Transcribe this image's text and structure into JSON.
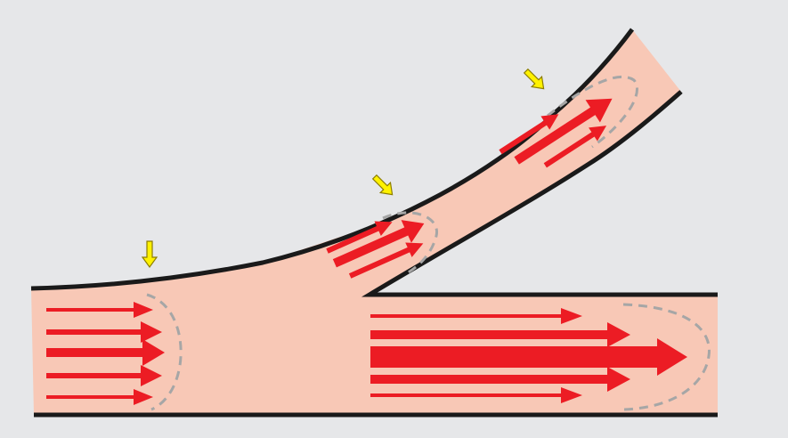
{
  "colors": {
    "background": "#e6e7e9",
    "vessel_fill": "#f8c8b6",
    "vessel_wall": "#1a1a1a",
    "flow_arrow": "#ec1c24",
    "velocity_profile": "#a6a6a6",
    "marker_arrow": "#fff200",
    "marker_outline": "#8c7d00"
  },
  "icons": {
    "flow_arrow": "arrow-right-icon",
    "marker_arrow": "arrow-down-icon"
  },
  "diagram": {
    "vessels": [
      "parent-vessel",
      "upper-branch",
      "lower-branch"
    ],
    "flow_arrow_groups": 4,
    "velocity_profiles": 4,
    "markers": 3
  }
}
